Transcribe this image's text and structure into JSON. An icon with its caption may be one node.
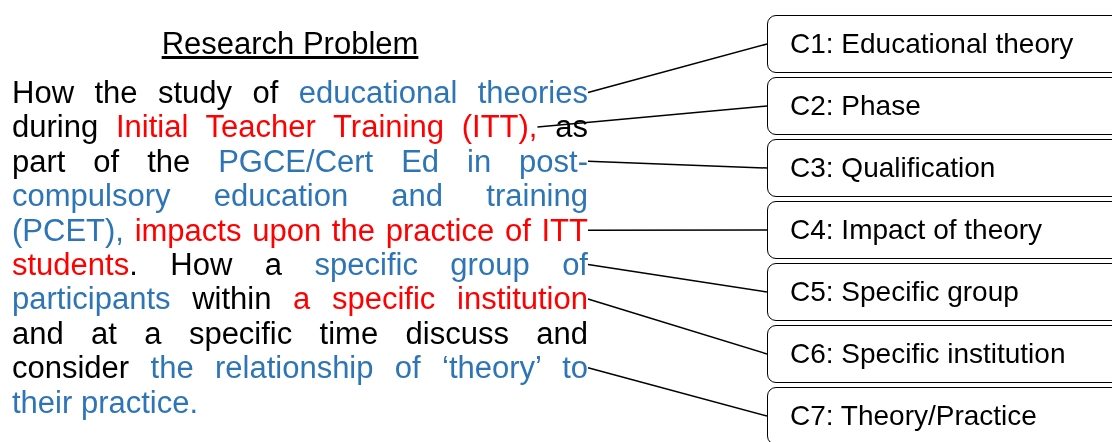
{
  "diagram": {
    "nodes": [
      {
        "text": [
          "educational theories"
        ]
      },
      {
        "text": [
          "Initial Teacher Training (ITT),"
        ]
      },
      {
        "text": [
          "PGCE/Cert Ed in post-compulsory education and training (PCET),"
        ]
      },
      {
        "text": [
          "impacts upon the practice of ITT students"
        ]
      },
      {
        "text": [
          "specific group of participants"
        ]
      },
      {
        "text": [
          "a specific institution"
        ]
      },
      {
        "text": [
          "the relationship of ‘theory’ to their practice."
        ]
      },
      {
        "text": [
          "C1: Educational theory"
        ]
      },
      {
        "text": [
          "C2: Phase"
        ]
      },
      {
        "text": [
          "C3: Qualification"
        ]
      },
      {
        "text": [
          "C4: Impact of theory"
        ]
      },
      {
        "text": [
          "C5: Specific group"
        ]
      },
      {
        "text": [
          "C6: Specific institution"
        ]
      },
      {
        "text": [
          "C7: Theory/Practice"
        ]
      }
    ],
    "edges": [
      {
        "from": 7,
        "to": 0,
        "arrow": "none"
      },
      {
        "from": 8,
        "to": 1,
        "arrow": "none"
      },
      {
        "from": 9,
        "to": 2,
        "arrow": "none"
      },
      {
        "from": 10,
        "to": 3,
        "arrow": "none"
      },
      {
        "from": 11,
        "to": 4,
        "arrow": "none"
      },
      {
        "from": 12,
        "to": 5,
        "arrow": "none"
      },
      {
        "from": 13,
        "to": 6,
        "arrow": "none"
      }
    ],
    "labels": [
      "Research Problem",
      "How the study of",
      "during",
      "as part of the",
      ". How a",
      "within",
      "and at a specific time discuss and consider"
    ]
  }
}
